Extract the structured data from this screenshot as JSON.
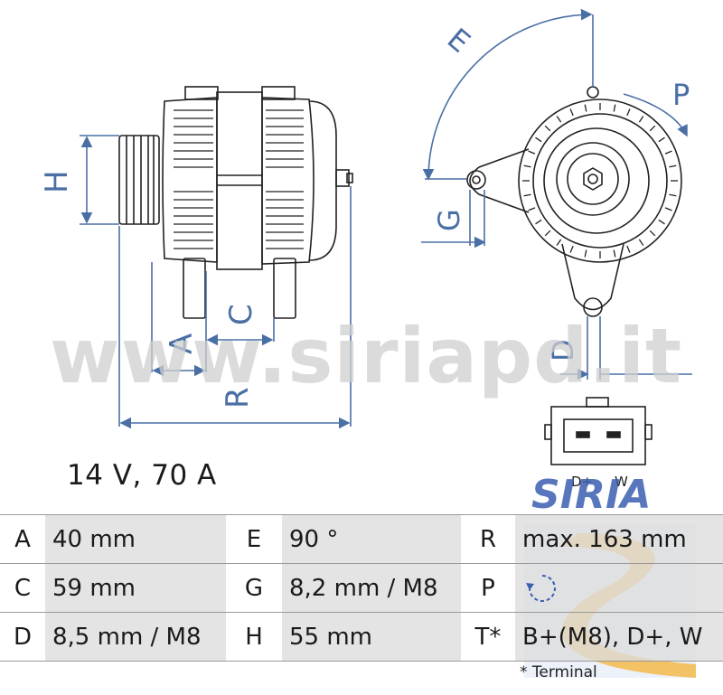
{
  "dimension_labels": {
    "H": "H",
    "A": "A",
    "C": "C",
    "R": "R",
    "E": "E",
    "P": "P",
    "G": "G",
    "D": "D"
  },
  "connector": {
    "pin1": "D+",
    "pin2": "W"
  },
  "watermark": "www.siriapd.it",
  "logo_text": "SIRIA",
  "spec_title": "14 V, 70 A",
  "specs": [
    {
      "k1": "A",
      "v1": "40 mm",
      "k2": "E",
      "v2": "90 °",
      "k3": "R",
      "v3": "max. 163 mm"
    },
    {
      "k1": "C",
      "v1": "59 mm",
      "k2": "G",
      "v2": "8,2 mm / M8",
      "k3": "P",
      "v3": ""
    },
    {
      "k1": "D",
      "v1": "8,5 mm / M8",
      "k2": "H",
      "v2": "55 mm",
      "k3": "T*",
      "v3": "B+(M8), D+, W"
    }
  ],
  "footnote": "* Terminal",
  "colors": {
    "dimension": "#4a6fa5",
    "outline": "#222222",
    "logo_blue": "#3a5fb0",
    "logo_gold": "#f2b640"
  }
}
